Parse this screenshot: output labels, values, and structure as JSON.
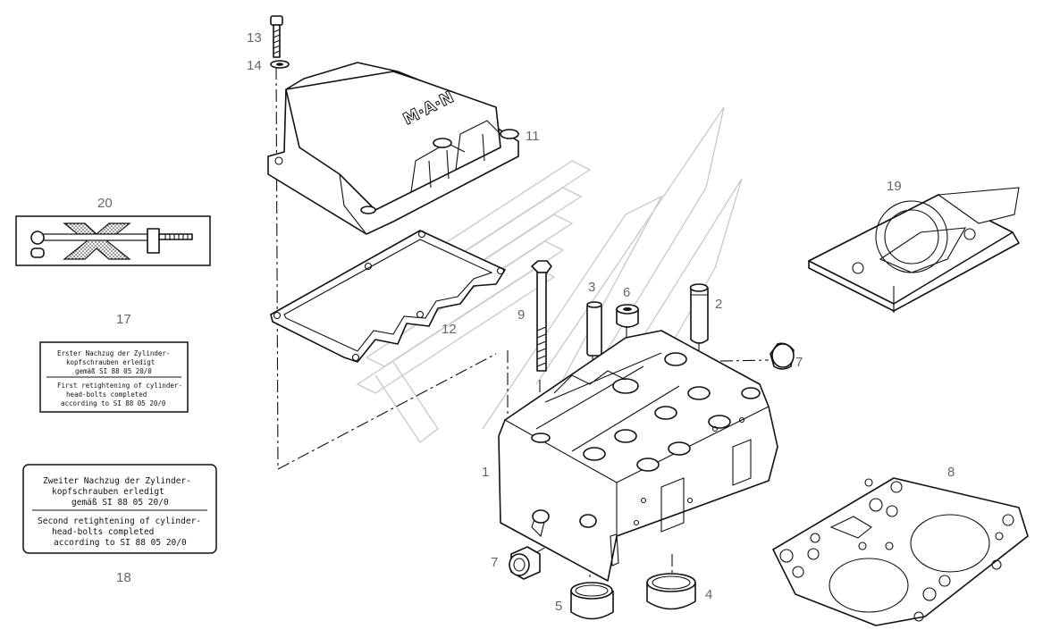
{
  "callouts": {
    "c1": "1",
    "c2": "2",
    "c3": "3",
    "c4": "4",
    "c5": "5",
    "c6": "6",
    "c7a": "7",
    "c7b": "7",
    "c8": "8",
    "c9": "9",
    "c11": "11",
    "c12": "12",
    "c13": "13",
    "c14": "14",
    "c17": "17",
    "c18": "18",
    "c19": "19",
    "c20": "20"
  },
  "cover_logo": "M·A·N",
  "label_17": {
    "l1": "Erster Nachzug der Zylinder-",
    "l2": "kopfschrauben erledigt",
    "l3": "gemäß SI 88 05 20/0",
    "l4": "First retightening of cylinder-",
    "l5": "head-bolts completed",
    "l6": "according to SI 88 05 20/0"
  },
  "label_18": {
    "l1": "Zweiter Nachzug der Zylinder-",
    "l2": "kopfschrauben erledigt",
    "l3": "gemäß SI 88 05 20/0",
    "l4": "Second retightening of cylinder-",
    "l5": "head-bolts completed",
    "l6": "according to SI 88 05 20/0"
  },
  "colors": {
    "line": "#111111",
    "callout": "#666666",
    "watermark": "#c8c8c8",
    "tint": "#bbbbbb"
  }
}
